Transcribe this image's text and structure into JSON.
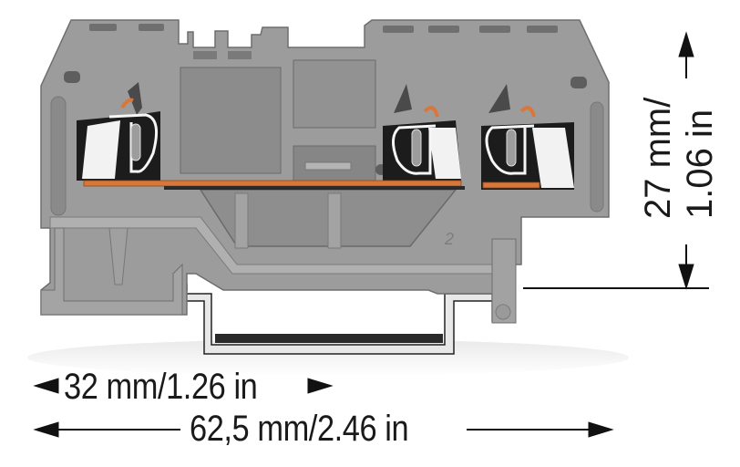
{
  "diagram": {
    "subject": "2-conductor terminal block on DIN rail, side view",
    "colors": {
      "housing_gray": "#9a9a9a",
      "housing_light": "#a8a8a8",
      "housing_dark": "#7c7c7c",
      "busbar_orange": "#d9773a",
      "clamp_white": "#f2f2f2",
      "rail_silver": "#e6e6e6",
      "dimension_line": "#111111"
    },
    "marking": "2",
    "dimensions": {
      "inner_width": {
        "label": "32 mm/1.26 in",
        "mm": 32,
        "in": 1.26
      },
      "total_width": {
        "label": "62,5 mm/2.46 in",
        "mm": 62.5,
        "in": 2.46
      },
      "height": {
        "line1": "27 mm/",
        "line2": "1.06 in",
        "mm": 27,
        "in": 1.06
      }
    }
  }
}
